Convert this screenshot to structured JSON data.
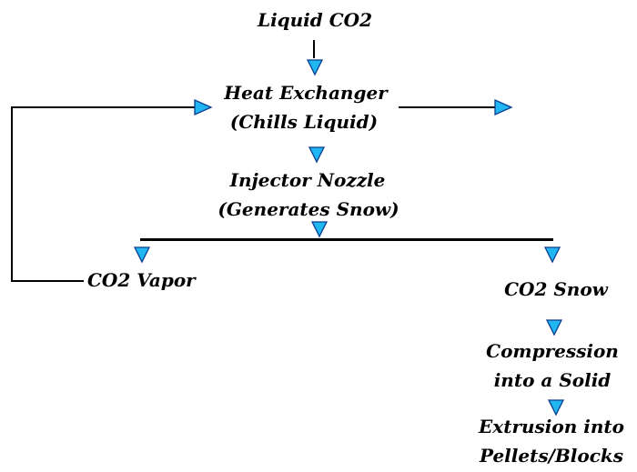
{
  "nodes": {
    "liquid_co2": "Liquid CO2",
    "heat_exchanger_line1": "Heat Exchanger",
    "heat_exchanger_line2": "(Chills Liquid)",
    "injector_line1": "Injector Nozzle",
    "injector_line2": "(Generates Snow)",
    "co2_vapor": "CO2 Vapor",
    "co2_snow": "CO2 Snow",
    "compression_line1": "Compression",
    "compression_line2": "into a Solid",
    "extrusion_line1": "Extrusion into",
    "extrusion_line2": "Pellets/Blocks"
  },
  "colors": {
    "arrow_fill": "#1fb6f2",
    "arrow_stroke": "#0b3d91",
    "line": "#000000"
  }
}
